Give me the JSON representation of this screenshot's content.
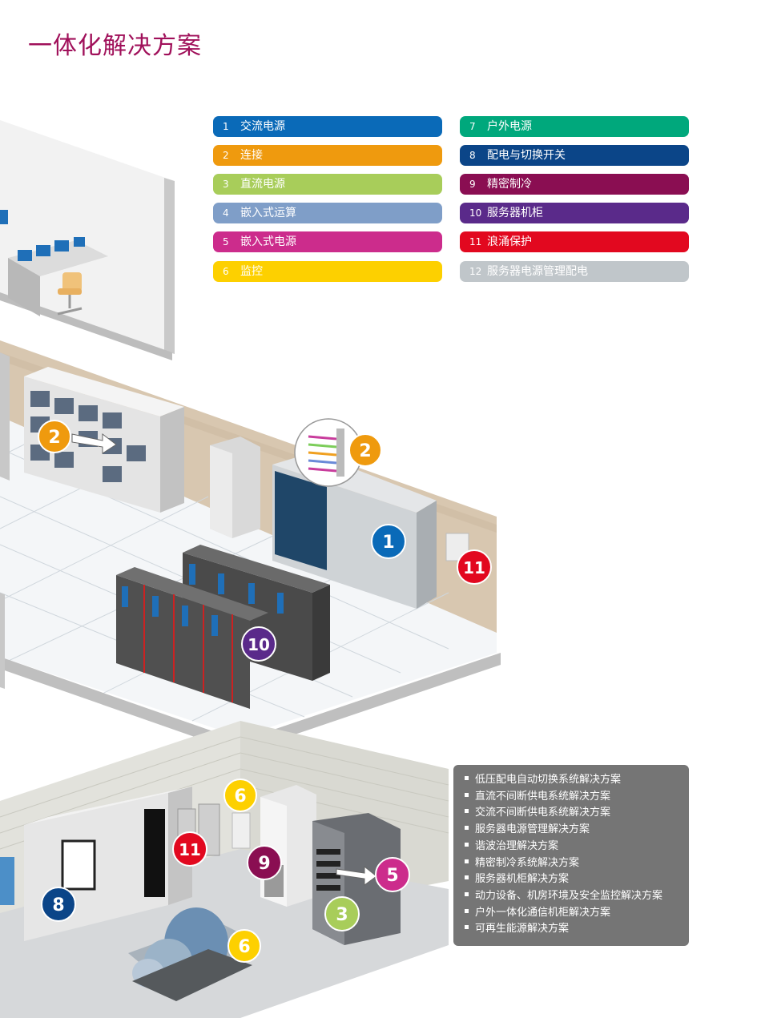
{
  "title": "一体化解决方案",
  "legend_left": [
    {
      "num": "1",
      "label": "交流电源",
      "color": "#0a6ab8"
    },
    {
      "num": "2",
      "label": "连接",
      "color": "#ef9a0e"
    },
    {
      "num": "3",
      "label": "直流电源",
      "color": "#a8cd5a"
    },
    {
      "num": "4",
      "label": "嵌入式运算",
      "color": "#7f9ec8"
    },
    {
      "num": "5",
      "label": "嵌入式电源",
      "color": "#cc2c8c"
    },
    {
      "num": "6",
      "label": "监控",
      "color": "#fdd000"
    }
  ],
  "legend_right": [
    {
      "num": "7",
      "label": "户外电源",
      "color": "#00a87c"
    },
    {
      "num": "8",
      "label": "配电与切换开关",
      "color": "#0b4588"
    },
    {
      "num": "9",
      "label": "精密制冷",
      "color": "#8a0e52"
    },
    {
      "num": "10",
      "label": "服务器机柜",
      "color": "#5a2a8a"
    },
    {
      "num": "11",
      "label": "浪涌保护",
      "color": "#e2081f"
    },
    {
      "num": "12",
      "label": "服务器电源管理配电",
      "color": "#c0c6ca"
    }
  ],
  "solutions": [
    "低压配电自动切换系统解决方案",
    "直流不间断供电系统解决方案",
    "交流不间断供电系统解决方案",
    "服务器电源管理解决方案",
    "谐波治理解决方案",
    "精密制冷系统解决方案",
    "服务器机柜解决方案",
    "动力设备、机房环境及安全监控解决方案",
    "户外一体化通信机柜解决方案",
    "可再生能源解决方案"
  ],
  "badges": {
    "b2a": "2",
    "b2b": "2",
    "b1": "1",
    "b11a": "11",
    "b10": "10",
    "b6a": "6",
    "b11b": "11",
    "b9": "9",
    "b5": "5",
    "b8": "8",
    "b3": "3",
    "b6b": "6"
  }
}
